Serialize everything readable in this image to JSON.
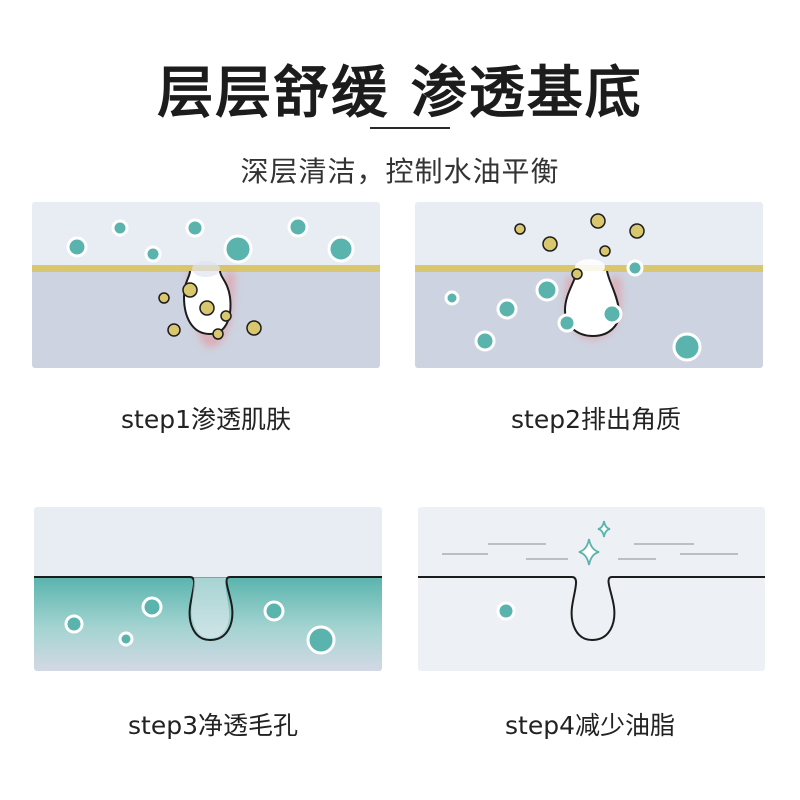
{
  "header": {
    "title": "层层舒缓 渗透基底",
    "subtitle": "深层清洁，控制水油平衡"
  },
  "steps": [
    {
      "label": "step1渗透肌肤"
    },
    {
      "label": "step2排出角质"
    },
    {
      "label": "step3净透毛孔"
    },
    {
      "label": "step4减少油脂"
    }
  ],
  "colors": {
    "teal": "#5ab4ad",
    "gold": "#d8c76e",
    "sky": "#e8ecf3",
    "skin": "#cdd3e0",
    "inflamed": "#e98a8f"
  }
}
